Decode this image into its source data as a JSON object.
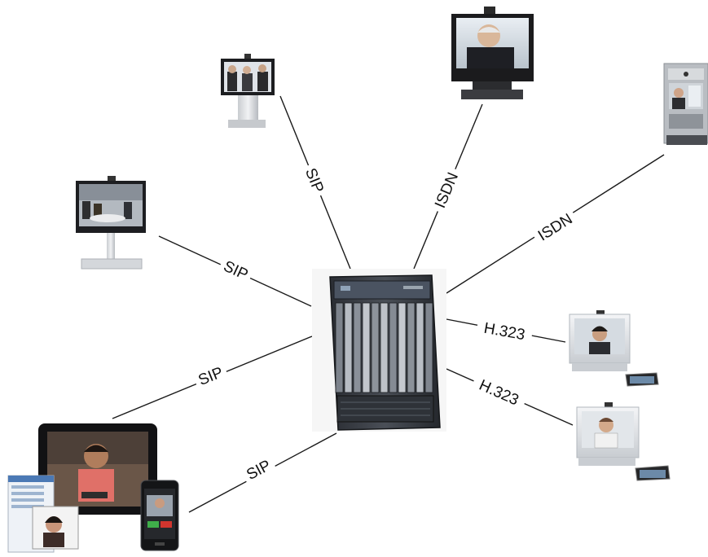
{
  "diagram": {
    "hub": {
      "name": "video-bridge-chassis"
    },
    "endpoints": [
      {
        "id": "tall-telepresence-stand",
        "name": "telepresence-stand-3-people",
        "link_label": "SIP"
      },
      {
        "id": "executive-display",
        "name": "executive-display-endpoint",
        "link_label": "ISDN"
      },
      {
        "id": "kiosk-endpoint",
        "name": "kiosk-video-endpoint",
        "link_label": "ISDN"
      },
      {
        "id": "meeting-room-stand",
        "name": "meeting-room-stand-endpoint",
        "link_label": "SIP"
      },
      {
        "id": "desktop-endpoint-1",
        "name": "desktop-video-endpoint-woman",
        "link_label": "H.323"
      },
      {
        "id": "desktop-endpoint-2",
        "name": "desktop-video-endpoint-man",
        "link_label": "H.323"
      },
      {
        "id": "tablet-client",
        "name": "tablet-and-desktop-clients",
        "link_label": "SIP"
      },
      {
        "id": "smartphone-client",
        "name": "smartphone-client",
        "link_label": "SIP"
      }
    ]
  }
}
